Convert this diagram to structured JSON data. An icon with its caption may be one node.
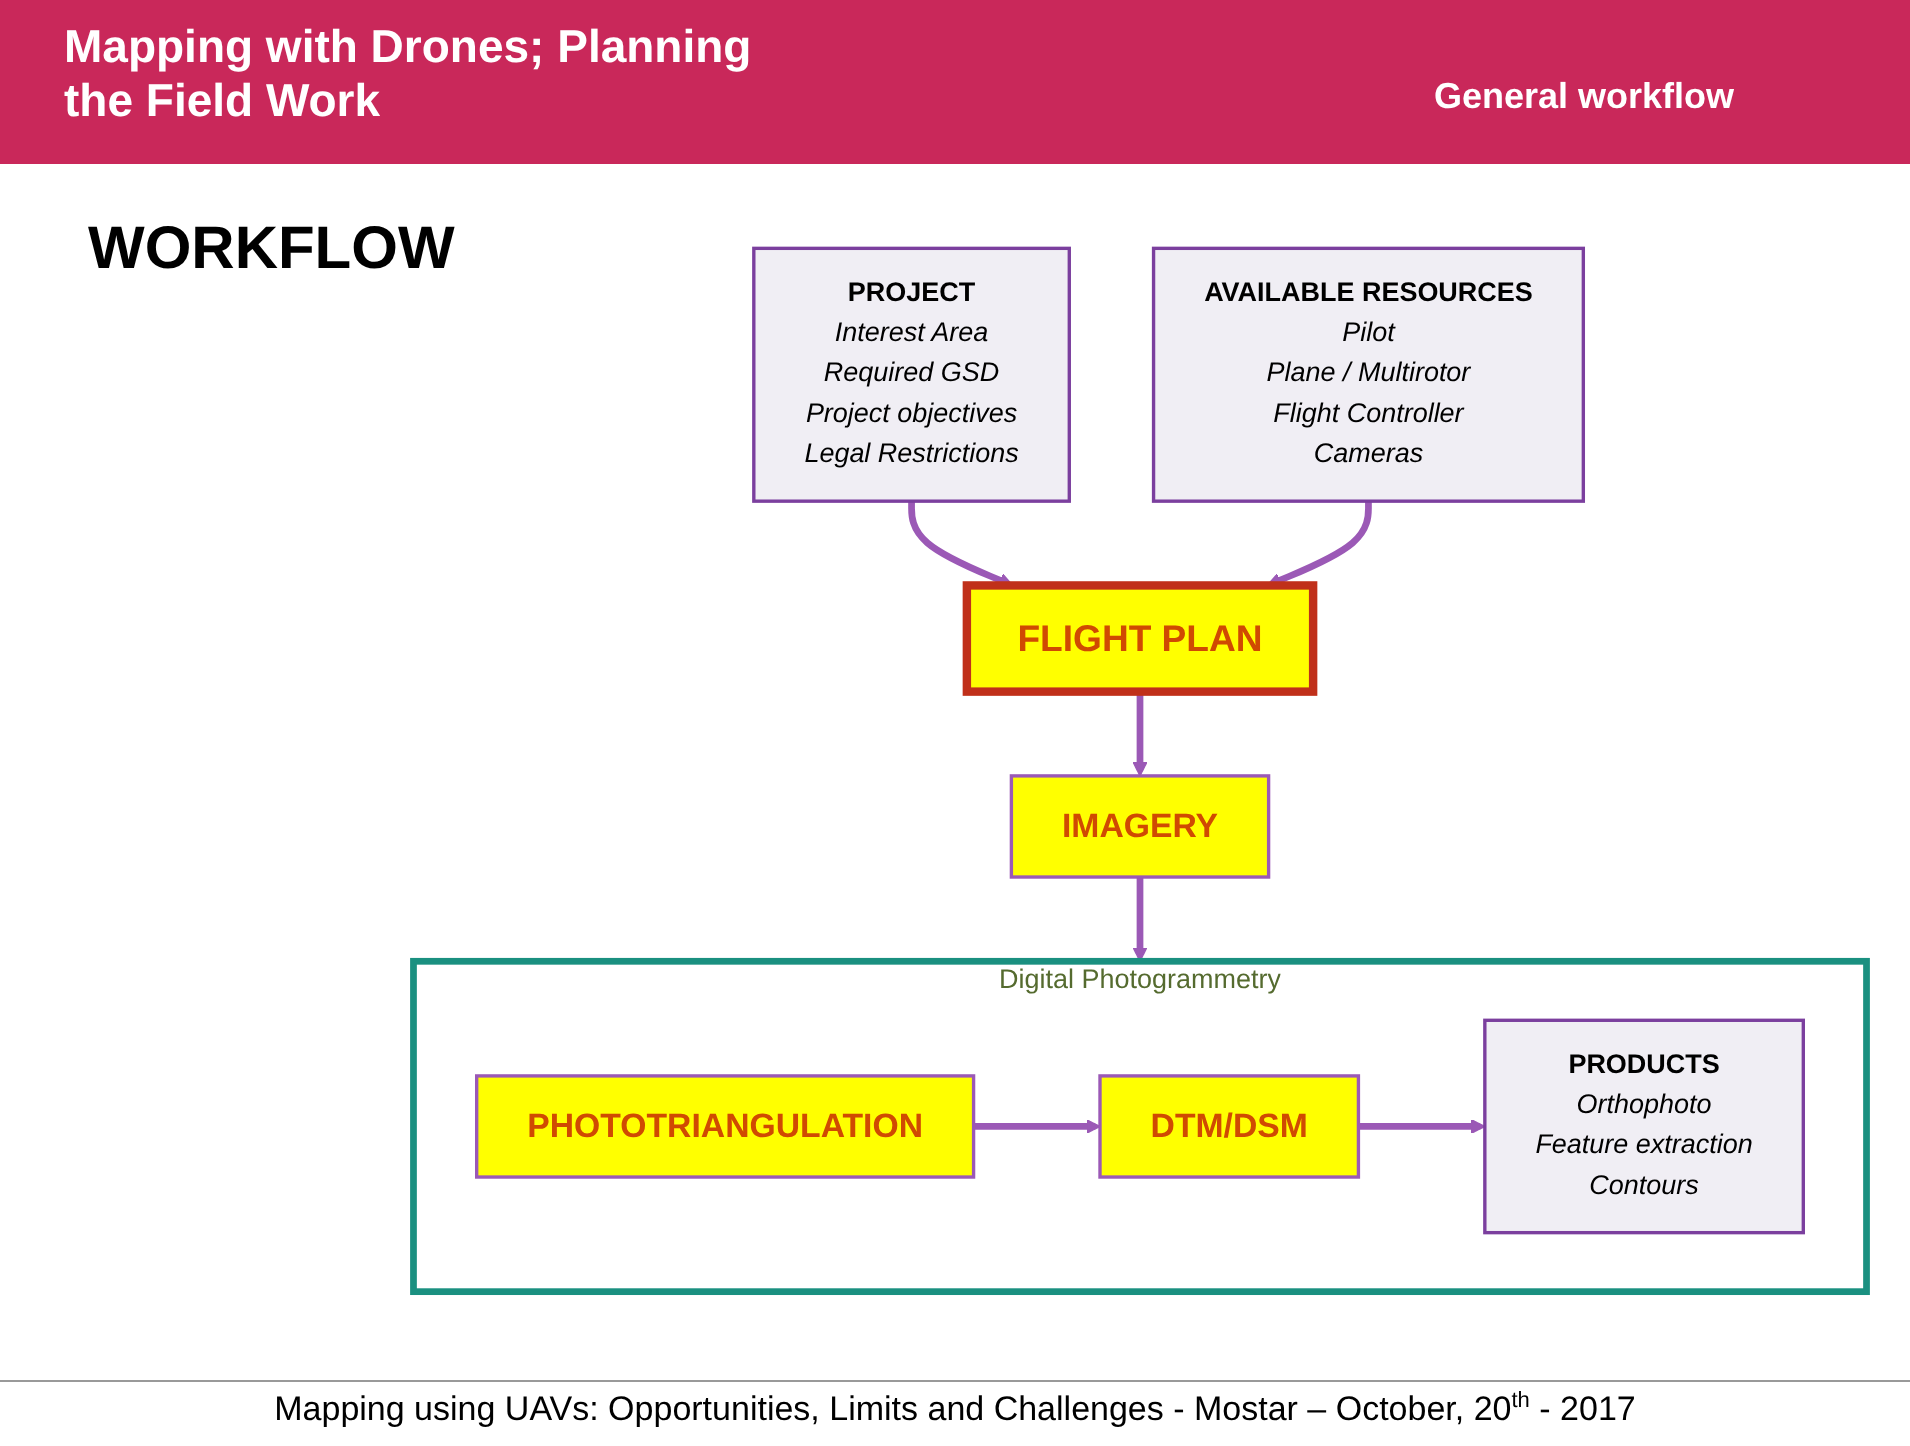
{
  "diagram": {
    "title": "Mapping with Drones; Planning the Field Work",
    "nodes": [
      {
        "text": [
          "PROJECT",
          "Interest Area",
          "Required GSD",
          "Project objectives",
          "Legal Restrictions"
        ]
      },
      {
        "text": [
          "FLIGHT PLAN"
        ]
      },
      {
        "text": [
          "AVAILABLE RESOURCES",
          "Pilot",
          "Plane / Multirotor",
          "Flight Controller",
          "Cameras"
        ]
      },
      {
        "text": [
          "IMAGERY"
        ]
      },
      {
        "text": [
          "Digital Photogrammetry"
        ]
      },
      {
        "text": [
          "PHOTOTRIANGULATION"
        ],
        "in": 4
      },
      {
        "text": [
          "DTM/DSM"
        ],
        "in": 4
      },
      {
        "text": [
          "PRODUCTS",
          "Orthophoto",
          "Feature extraction",
          "Contours"
        ],
        "in": 4
      }
    ],
    "edges": [
      {
        "from": 0,
        "to": 1,
        "arrow": "to"
      },
      {
        "from": 2,
        "to": 1,
        "arrow": "to"
      },
      {
        "from": 1,
        "to": 3,
        "arrow": "to"
      },
      {
        "from": 3,
        "to": 4,
        "arrow": "to"
      },
      {
        "from": 5,
        "to": 6,
        "arrow": "to"
      },
      {
        "from": 6,
        "to": 7,
        "arrow": "to"
      }
    ],
    "labels": [
      "General workflow",
      "WORKFLOW",
      "Mapping using UAVs: Opportunities, Limits and Challenges - Mostar – October, 20$^{th}$ - 2017"
    ]
  }
}
